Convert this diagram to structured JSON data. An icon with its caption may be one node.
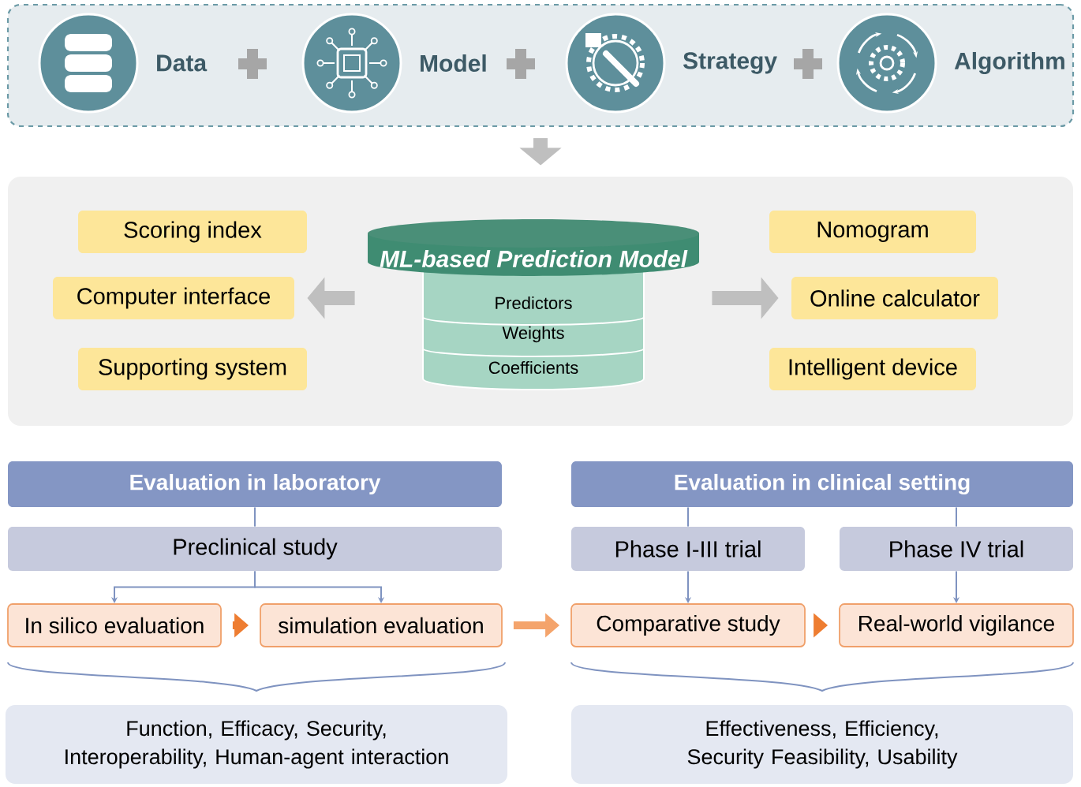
{
  "diagram": {
    "nodes": [
      {
        "text": [],
        "shape": "box"
      },
      {
        "text": [],
        "shape": "circle",
        "in": 0,
        "beside": [
          "Data"
        ]
      },
      {
        "text": [],
        "shape": "circle",
        "in": 0,
        "beside": [
          "Model"
        ]
      },
      {
        "text": [],
        "shape": "circle",
        "in": 0,
        "beside": [
          "Strategy"
        ]
      },
      {
        "text": [],
        "shape": "circle",
        "in": 0,
        "beside": [
          "Algorithm"
        ]
      },
      {
        "text": [],
        "shape": "box"
      },
      {
        "text": [
          "Scoring index"
        ],
        "in": 5
      },
      {
        "text": [
          "Computer interface"
        ],
        "in": 5
      },
      {
        "text": [
          "Supporting system"
        ],
        "in": 5
      },
      {
        "text": [
          "ML-based Prediction Model",
          "Predictors",
          "Weights",
          "Coefficients"
        ],
        "in": 5
      },
      {
        "text": [
          "Nomogram"
        ],
        "in": 5
      },
      {
        "text": [
          "Online calculator"
        ],
        "in": 5
      },
      {
        "text": [
          "Intelligent device"
        ],
        "in": 5
      },
      {
        "text": [
          "Evaluation in laboratory"
        ]
      },
      {
        "text": [
          "Preclinical study"
        ]
      },
      {
        "text": [
          "In silico evaluation"
        ]
      },
      {
        "text": [
          "simulation evaluation"
        ]
      },
      {
        "text": [
          "Evaluation in clinical setting"
        ]
      },
      {
        "text": [
          "Phase I-III trial"
        ]
      },
      {
        "text": [
          "Phase IV trial"
        ]
      },
      {
        "text": [
          "Comparative study"
        ]
      },
      {
        "text": [
          "Real-world vigilance"
        ]
      },
      {
        "text": [
          "Function, Efficacy, Security, Interoperability, Human-agent interaction"
        ]
      },
      {
        "text": [
          "Effectiveness, Efficiency, Security Feasibility, Usability"
        ]
      }
    ],
    "edges": [
      {
        "from": 0,
        "to": 5,
        "arrow": "to",
        "style": "thick",
        "color": "#bfbfbf"
      },
      {
        "from": 9,
        "to": 7,
        "arrow": "to",
        "style": "thick",
        "color": "#bfbfbf"
      },
      {
        "from": 9,
        "to": 11,
        "arrow": "to",
        "style": "thick",
        "color": "#bfbfbf"
      },
      {
        "from": 13,
        "to": 14,
        "arrow": "none"
      },
      {
        "from": 14,
        "to": 15,
        "arrow": "to"
      },
      {
        "from": 14,
        "to": 16,
        "arrow": "to"
      },
      {
        "from": 15,
        "to": 16,
        "arrow": "to",
        "style": "thick",
        "color": "#ee7d31"
      },
      {
        "from": 16,
        "to": 20,
        "arrow": "to",
        "style": "thick",
        "color": "#f4a46c"
      },
      {
        "from": 20,
        "to": 21,
        "arrow": "to",
        "style": "thick",
        "color": "#ee7d31"
      },
      {
        "from": 17,
        "to": 18,
        "arrow": "none"
      },
      {
        "from": 17,
        "to": 19,
        "arrow": "none"
      },
      {
        "from": 18,
        "to": 20,
        "arrow": "to"
      },
      {
        "from": 19,
        "to": 21,
        "arrow": "to"
      }
    ]
  }
}
